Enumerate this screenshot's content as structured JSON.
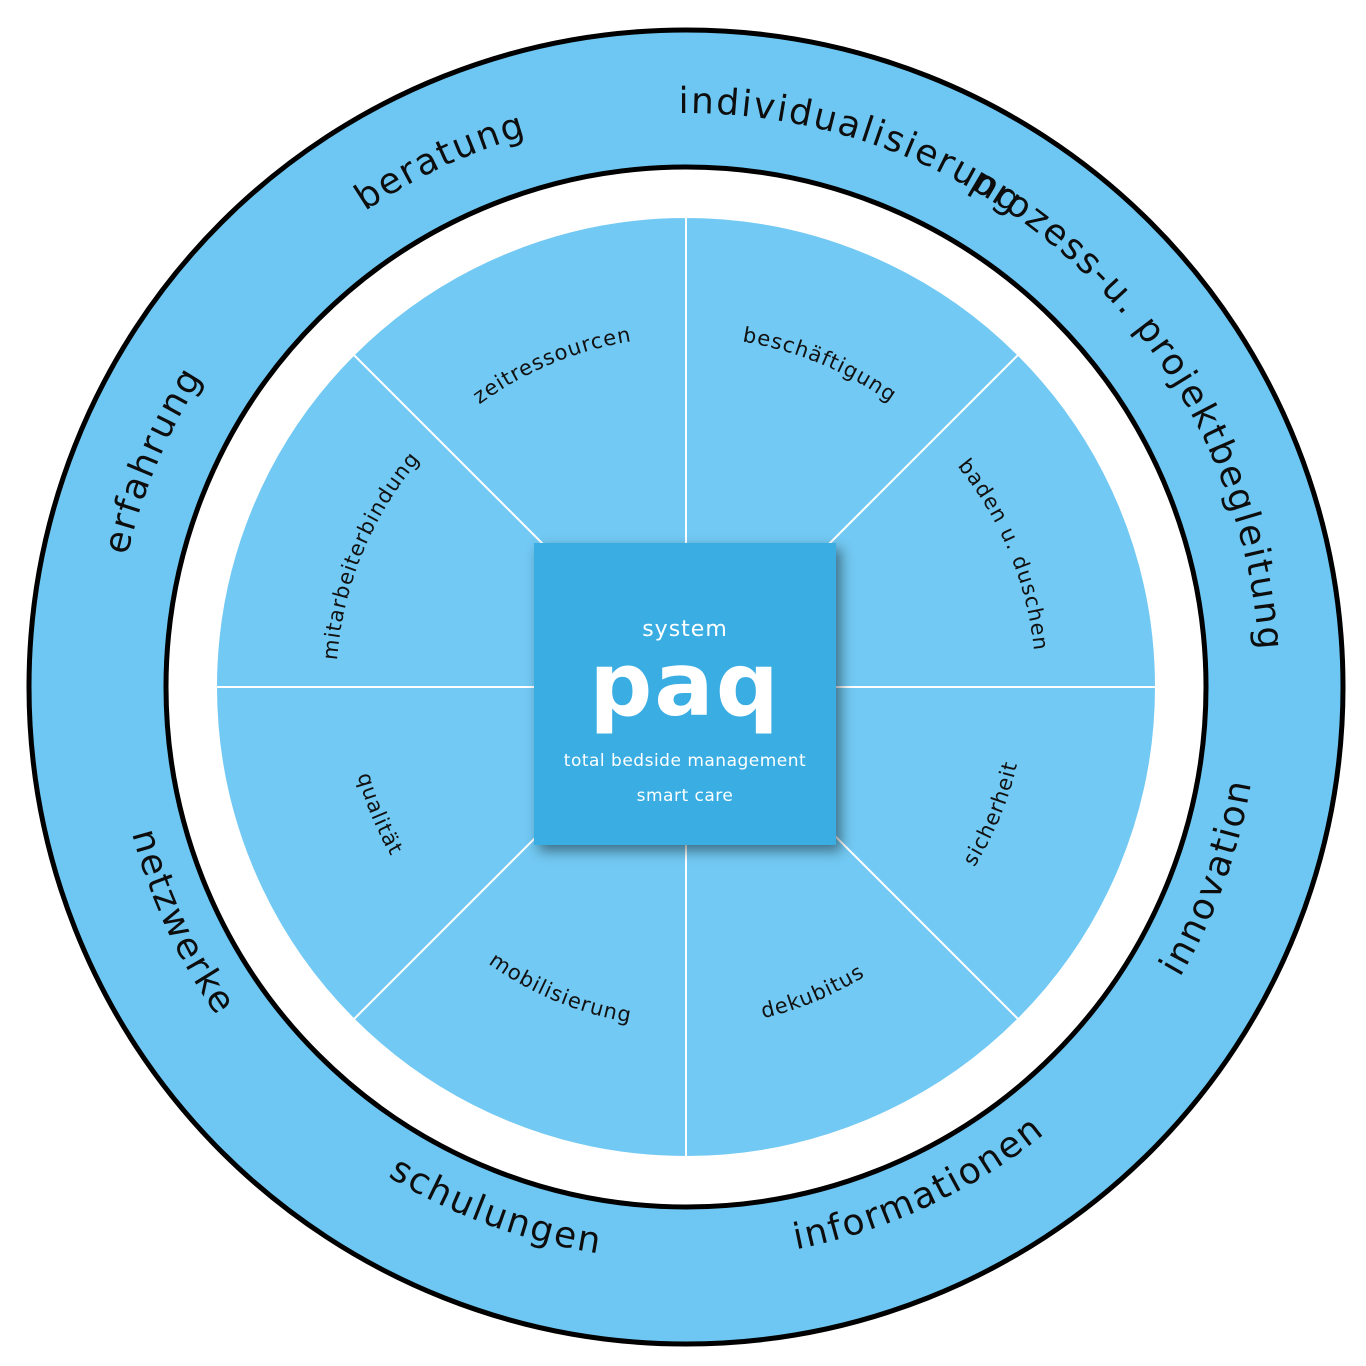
{
  "colors": {
    "ring_fill": "#6ec7f2",
    "ring_stroke": "#000000",
    "wheel_fill": "#72c9f3",
    "center_fill": "#3aaee3",
    "divider": "#ffffff"
  },
  "outer_ring": {
    "labels": [
      {
        "text": "beratung"
      },
      {
        "text": "individualisierung"
      },
      {
        "text": "prozess-u. projektbegleitung"
      },
      {
        "text": "innovation"
      },
      {
        "text": "informationen"
      },
      {
        "text": "schulungen"
      },
      {
        "text": "netzwerke"
      },
      {
        "text": "erfahrung"
      }
    ]
  },
  "wheel": {
    "segments": [
      {
        "text": "zeitressourcen"
      },
      {
        "text": "beschäftigung"
      },
      {
        "text": "baden u. duschen"
      },
      {
        "text": "sicherheit"
      },
      {
        "text": "dekubitus"
      },
      {
        "text": "mobilisierung"
      },
      {
        "text": "qualität"
      },
      {
        "text": "mitarbeiterbindung"
      }
    ]
  },
  "center": {
    "system": "system",
    "logo": "paq",
    "tagline": "total bedside management",
    "subtagline": "smart care"
  }
}
